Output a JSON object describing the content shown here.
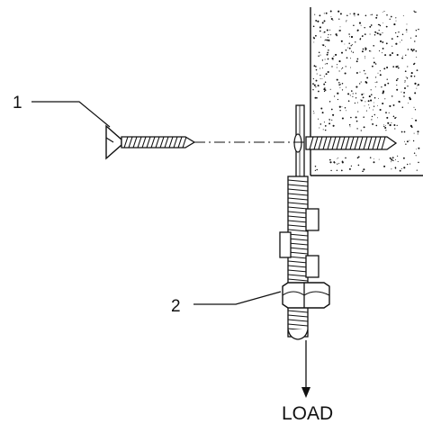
{
  "callouts": [
    {
      "id": "1",
      "label": "1",
      "refers_to": "screw-fastener"
    },
    {
      "id": "2",
      "label": "2",
      "refers_to": "hex-nut"
    }
  ],
  "load_label": "LOAD",
  "colors": {
    "line": "#111111",
    "background": "#ffffff"
  }
}
